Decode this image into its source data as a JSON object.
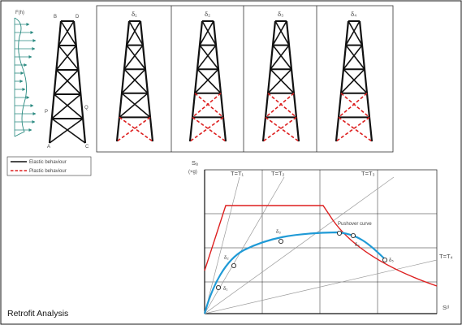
{
  "frame_labels": {
    "load": "F(h)",
    "top_left": "B",
    "top_right": "D",
    "mid_left": "P",
    "mid_right": "Q",
    "base_left": "A",
    "base_right": "C"
  },
  "panels": [
    {
      "label": "δ₁"
    },
    {
      "label": "δ₂"
    },
    {
      "label": "δ₃"
    },
    {
      "label": "δ₄"
    }
  ],
  "legend": {
    "elastic": "Elastic behaviour",
    "plastic": "Plastic behaviour"
  },
  "spectrum": {
    "y_axis_label": "Sₐ",
    "y_axis_unit": "(×g)",
    "x_axis_label": "Sᵈ",
    "period_lines": [
      "T=T₁",
      "T=T₂",
      "T=T₃",
      "T=T₄"
    ],
    "points": [
      "δ₁",
      "δ₂",
      "δ₃",
      "δ₄",
      "δ₅"
    ],
    "curve_label": "Pushover curve",
    "colors": {
      "spectrum": "#dd1f1f",
      "pushover": "#1f9ad6",
      "period_lines": "#9a9a9a"
    }
  },
  "caption": "Retrofit Analysis"
}
